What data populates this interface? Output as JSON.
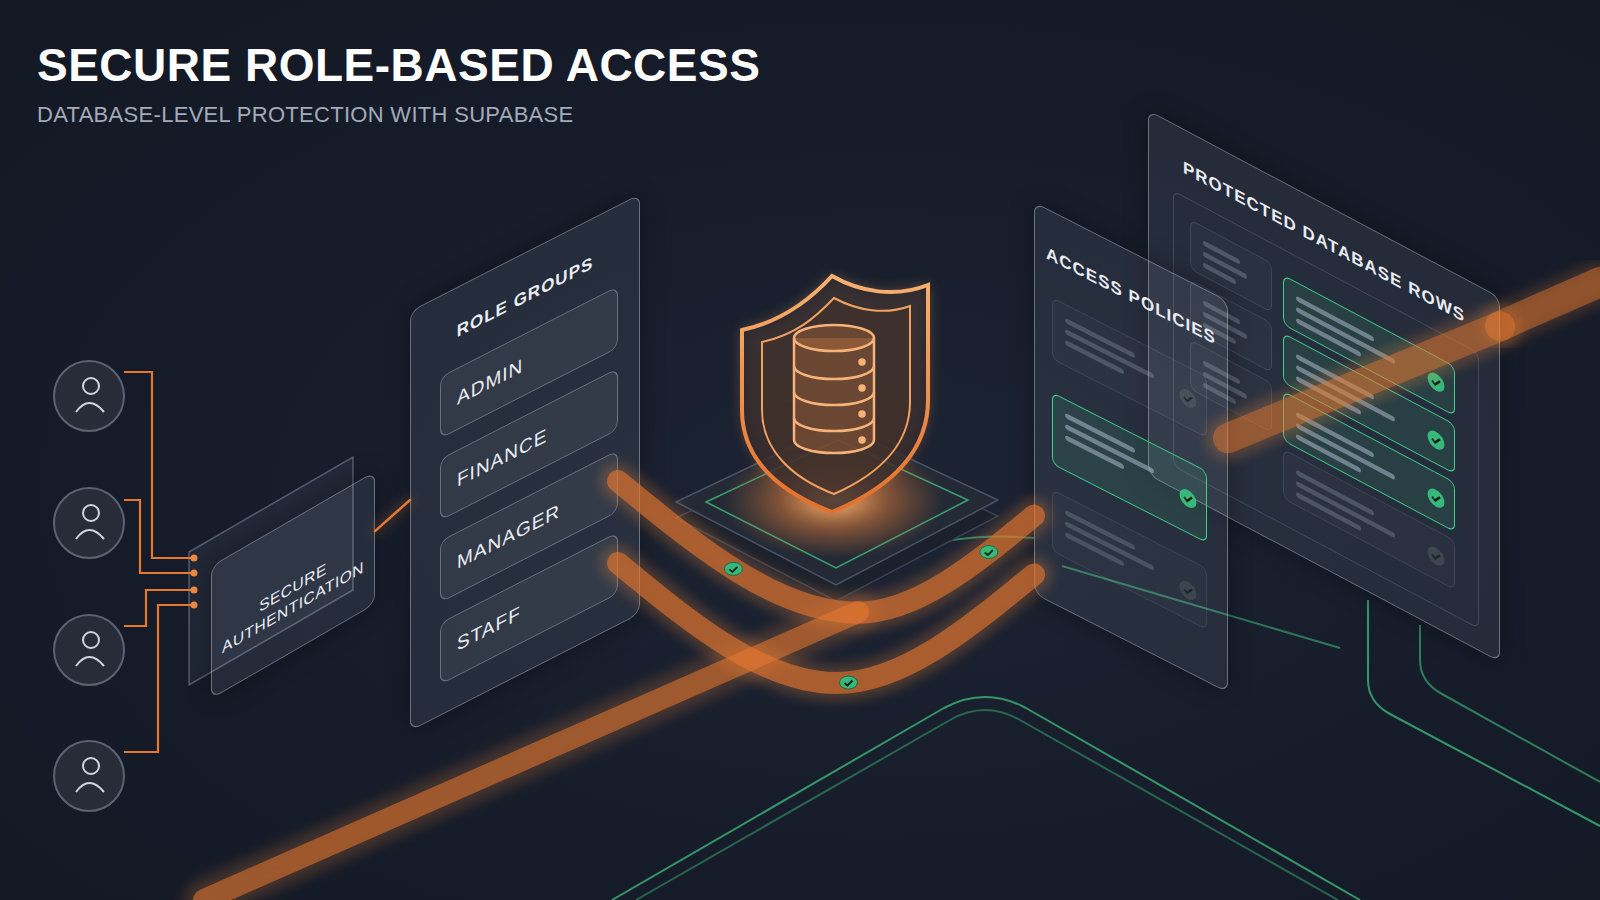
{
  "diagram": {
    "title": "SECURE ROLE-BASED ACCESS",
    "caption": "DATABASE-LEVEL PROTECTION WITH SUPABASE",
    "nodes": [
      {
        "text": [
          "SECURE AUTHENTICATION"
        ]
      },
      {
        "text": [
          "ROLE GROUPS"
        ]
      },
      {
        "text": [
          "ADMIN"
        ],
        "in": 1
      },
      {
        "text": [
          "FINANCE"
        ],
        "in": 1
      },
      {
        "text": [
          "MANAGER"
        ],
        "in": 1
      },
      {
        "text": [
          "STAFF"
        ],
        "in": 1
      },
      {
        "text": [
          "ACCESS POLICIES"
        ]
      },
      {
        "text": [
          "PROTECTED DATABASE ROWS"
        ]
      }
    ],
    "edges": [
      {
        "from": 0,
        "to": 1,
        "arrow": "none"
      },
      {
        "from": 4,
        "to": 6,
        "arrow": "none"
      },
      {
        "from": 5,
        "to": 6,
        "arrow": "none"
      },
      {
        "from": 6,
        "to": 7,
        "arrow": "none"
      }
    ]
  }
}
